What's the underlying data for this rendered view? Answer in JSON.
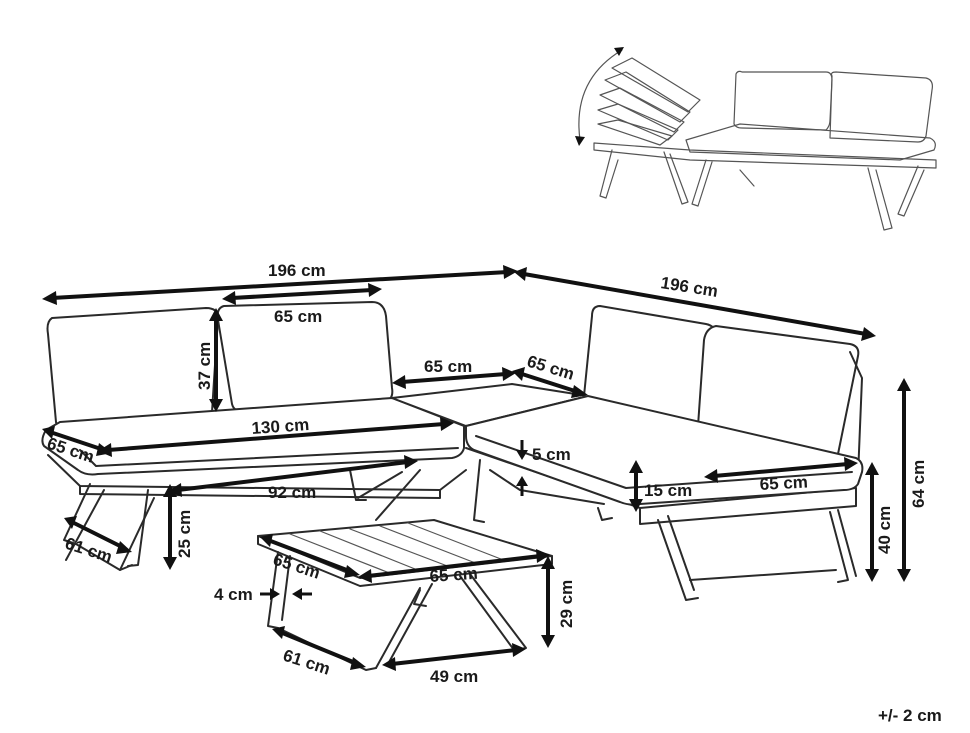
{
  "dimensions": {
    "left_total_width": "196 cm",
    "left_back_cushion_width": "65 cm",
    "back_cushion_height": "37 cm",
    "corner_left_depth": "65 cm",
    "corner_right_depth": "65 cm",
    "right_total_width": "196 cm",
    "left_seat_length": "130 cm",
    "left_seat_depth": "65 cm",
    "right_cushion_thickness": "5 cm",
    "right_seat_thickness": "15 cm",
    "right_seat_depth": "65 cm",
    "left_leg_span": "92 cm",
    "left_leg_width": "61 cm",
    "left_seat_height": "25 cm",
    "right_seat_height": "40 cm",
    "right_total_height": "64 cm",
    "table_depth": "65 cm",
    "table_width": "65 cm",
    "table_height": "29 cm",
    "table_leg_thickness": "4 cm",
    "table_leg_width": "61 cm",
    "table_leg_span": "49 cm"
  },
  "tolerance": "+/- 2 cm"
}
